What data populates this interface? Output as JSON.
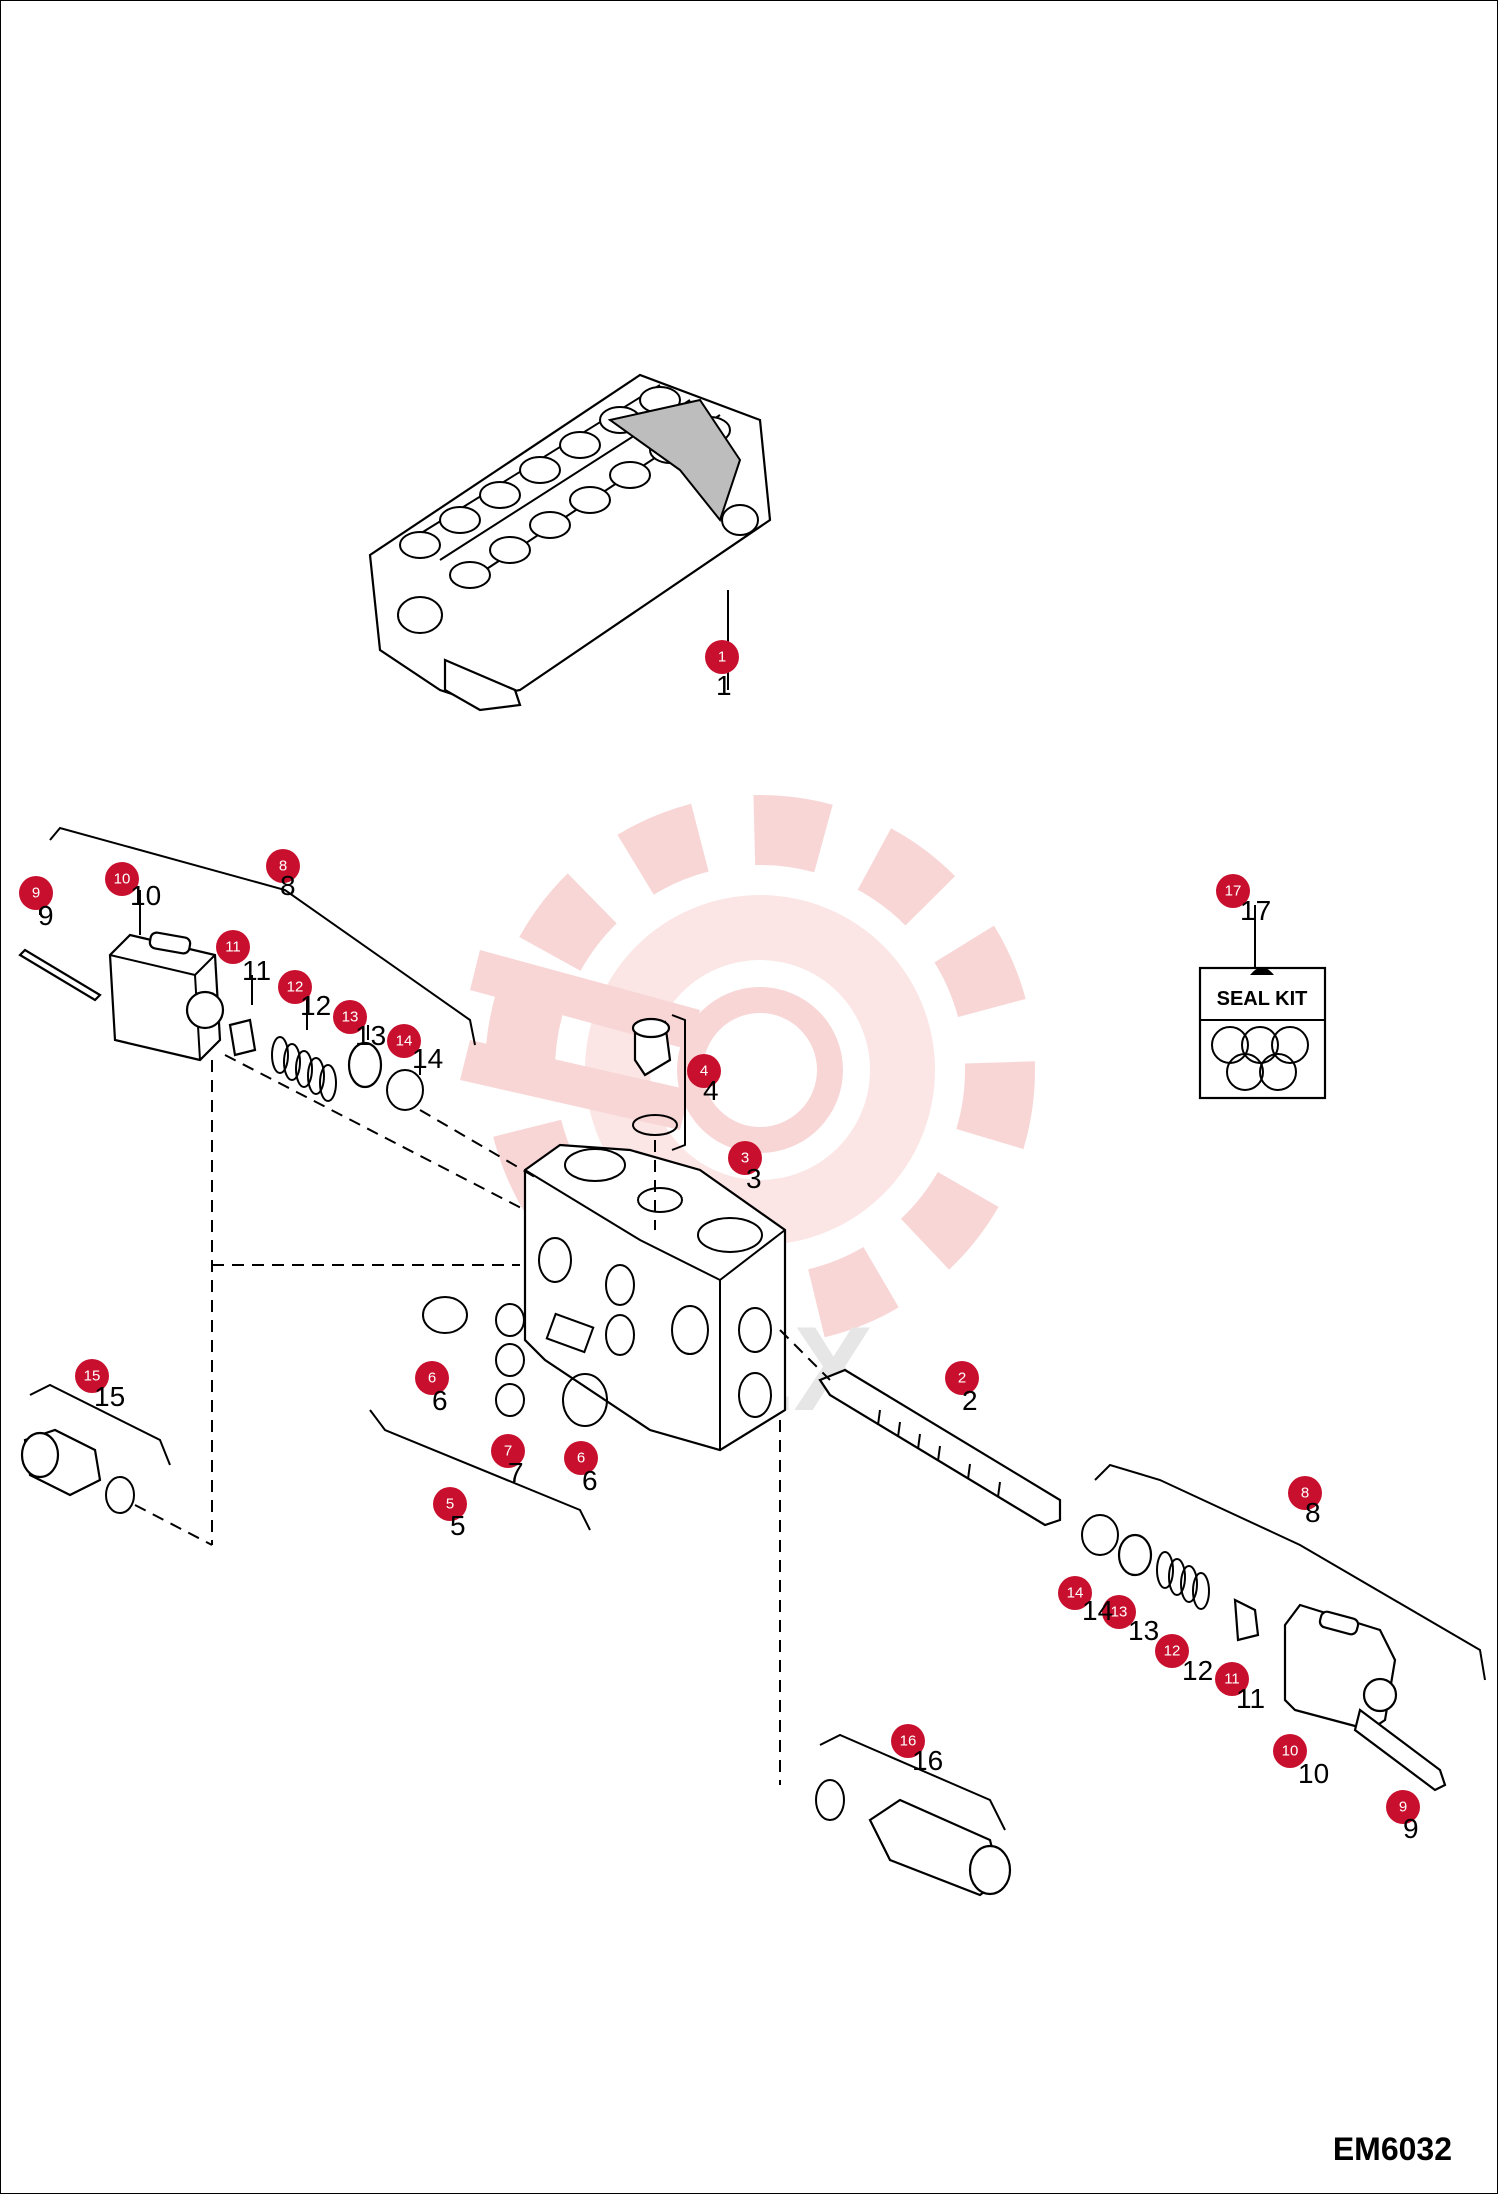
{
  "drawing_code": "EM6032",
  "seal_kit": {
    "label": "SEAL KIT"
  },
  "watermark_text": "TEX",
  "colors": {
    "badge": "#c8102e",
    "watermark": "#f3b5b5",
    "line": "#000000"
  },
  "callouts": [
    {
      "id": "c1",
      "number": "1"
    },
    {
      "id": "c2",
      "number": "2"
    },
    {
      "id": "c3",
      "number": "3"
    },
    {
      "id": "c4",
      "number": "4"
    },
    {
      "id": "c5",
      "number": "5"
    },
    {
      "id": "c6a",
      "number": "6"
    },
    {
      "id": "c6b",
      "number": "6"
    },
    {
      "id": "c7",
      "number": "7"
    },
    {
      "id": "c8a",
      "number": "8"
    },
    {
      "id": "c8b",
      "number": "8"
    },
    {
      "id": "c9a",
      "number": "9"
    },
    {
      "id": "c9b",
      "number": "9"
    },
    {
      "id": "c10a",
      "number": "10"
    },
    {
      "id": "c10b",
      "number": "10"
    },
    {
      "id": "c11a",
      "number": "11"
    },
    {
      "id": "c11b",
      "number": "11"
    },
    {
      "id": "c12a",
      "number": "12"
    },
    {
      "id": "c12b",
      "number": "12"
    },
    {
      "id": "c13a",
      "number": "13"
    },
    {
      "id": "c13b",
      "number": "13"
    },
    {
      "id": "c14a",
      "number": "14"
    },
    {
      "id": "c14b",
      "number": "14"
    },
    {
      "id": "c15",
      "number": "15"
    },
    {
      "id": "c16",
      "number": "16"
    },
    {
      "id": "c17",
      "number": "17"
    }
  ]
}
